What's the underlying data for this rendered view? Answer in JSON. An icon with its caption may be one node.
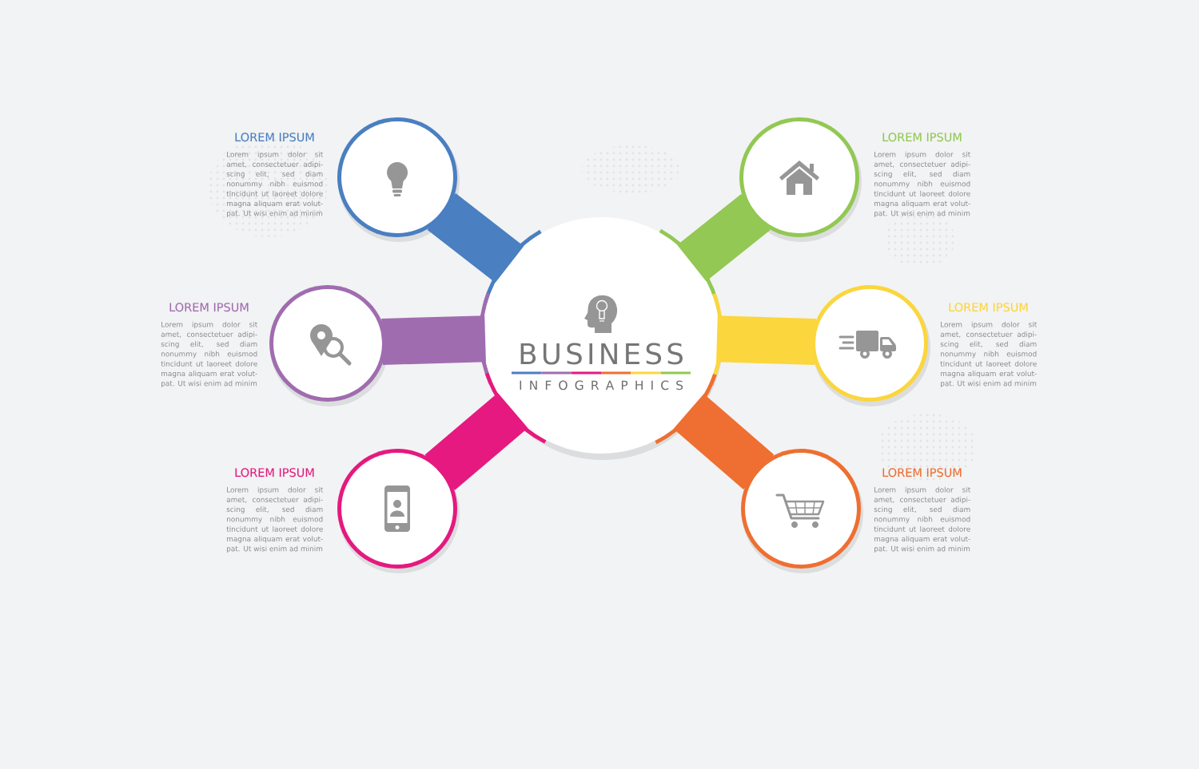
{
  "diagram": {
    "nodes": [
      {
        "text": [
          "BUSINESS",
          "I N F O G R A P H I C S"
        ]
      },
      {
        "text": [],
        "shape": "circle",
        "beside": [
          "LOREM IPSUM",
          "Lorem ipsum dolor sit amet, consectetuer adipi- scing elit, sed diam nonummy nibh euismod tincidunt ut laoreet dolore magna aliquam erat volut- pat. Ut wisi enim ad minim"
        ]
      },
      {
        "text": [],
        "shape": "circle",
        "beside": [
          "LOREM IPSUM",
          "Lorem ipsum dolor sit amet, consectetuer adipi- scing elit, sed diam nonummy nibh euismod tincidunt ut laoreet dolore magna aliquam erat volut- pat. Ut wisi enim ad minim"
        ]
      },
      {
        "text": [],
        "shape": "circle",
        "beside": [
          "LOREM IPSUM",
          "Lorem ipsum dolor sit amet, consectetuer adipi- scing elit, sed diam nonummy nibh euismod tincidunt ut laoreet dolore magna aliquam erat volut- pat. Ut wisi enim ad minim"
        ]
      },
      {
        "text": [],
        "shape": "circle",
        "beside": [
          "LOREM IPSUM",
          "Lorem ipsum dolor sit amet, consectetuer adipi- scing elit, sed diam nonummy nibh euismod tincidunt ut laoreet dolore magna aliquam erat volut- pat. Ut wisi enim ad minim"
        ]
      },
      {
        "text": [],
        "shape": "circle",
        "beside": [
          "LOREM IPSUM",
          "Lorem ipsum dolor sit amet, consectetuer adipi- scing elit, sed diam nonummy nibh euismod tincidunt ut laoreet dolore magna aliquam erat volut- pat. Ut wisi enim ad minim"
        ]
      },
      {
        "text": [],
        "shape": "circle",
        "beside": [
          "LOREM IPSUM",
          "Lorem ipsum dolor sit amet, consectetuer adipi- scing elit, sed diam nonummy nibh euismod tincidunt ut laoreet dolore magna aliquam erat volut- pat. Ut wisi enim ad minim"
        ]
      }
    ],
    "edges": [
      {
        "from": 0,
        "to": 1,
        "arrow": "none",
        "color": "#4a7fc1"
      },
      {
        "from": 0,
        "to": 2,
        "arrow": "none",
        "color": "#92c853"
      },
      {
        "from": 0,
        "to": 3,
        "arrow": "none",
        "color": "#a06cb0"
      },
      {
        "from": 0,
        "to": 4,
        "arrow": "none",
        "color": "#fbd63c"
      },
      {
        "from": 0,
        "to": 5,
        "arrow": "none",
        "color": "#e5197f"
      },
      {
        "from": 0,
        "to": 6,
        "arrow": "none",
        "color": "#ee6f31"
      }
    ]
  }
}
